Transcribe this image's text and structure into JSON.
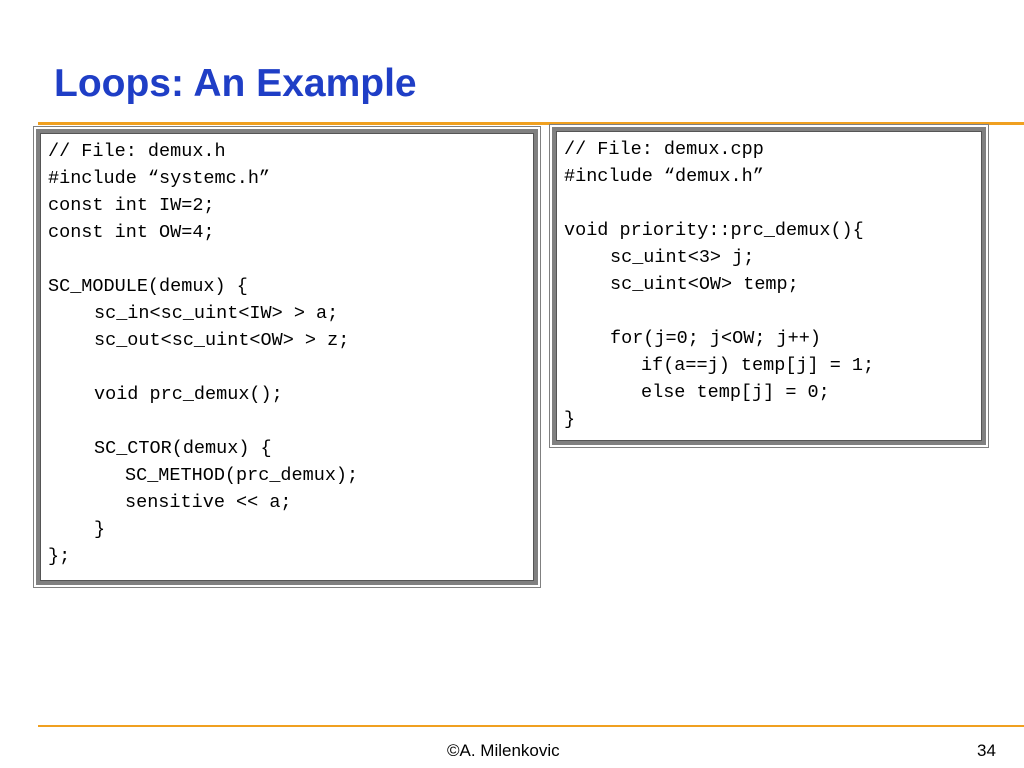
{
  "slide": {
    "title": "Loops: An Example",
    "footer_author": "©A. Milenkovic",
    "page_number": "34"
  },
  "code_left": {
    "lines": [
      "// File: demux.h",
      "#include “systemc.h”",
      "const int IW=2;",
      "const int OW=4;",
      "",
      "SC_MODULE(demux) {",
      "sc_in<sc_uint<IW> > a;",
      "sc_out<sc_uint<OW> > z;",
      "",
      "void prc_demux();",
      "",
      "SC_CTOR(demux) {",
      "SC_METHOD(prc_demux);",
      "sensitive << a;",
      "}",
      "};"
    ]
  },
  "code_right": {
    "lines": [
      "// File: demux.cpp",
      "#include “demux.h”",
      "",
      "void priority::prc_demux(){",
      "sc_uint<3> j;",
      "sc_uint<OW> temp;",
      "",
      "for(j=0; j<OW; j++)",
      "if(a==j) temp[j] = 1;",
      "else temp[j] = 0;",
      "}"
    ]
  }
}
